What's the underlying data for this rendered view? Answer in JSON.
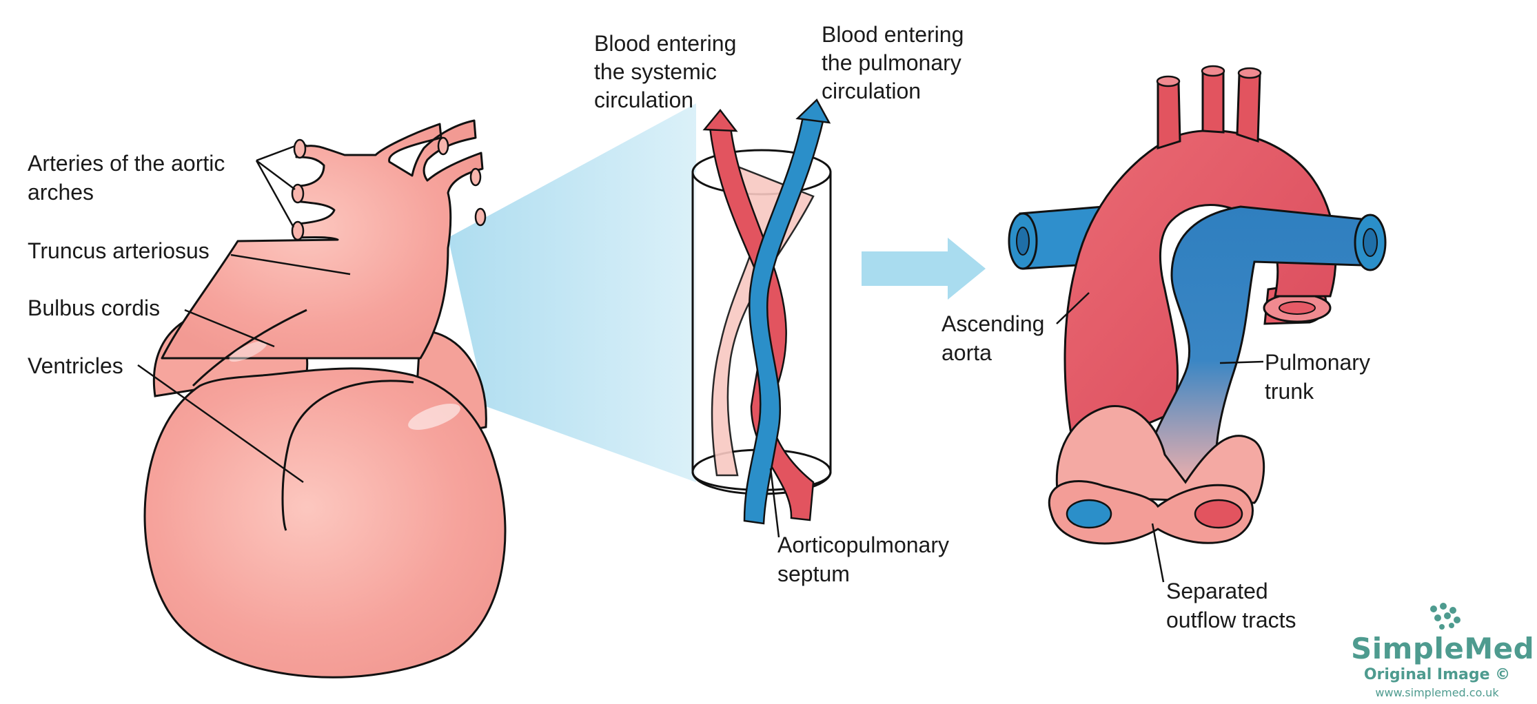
{
  "labels": {
    "aortic_arches": [
      "Arteries of the aortic",
      "arches"
    ],
    "truncus": "Truncus arteriosus",
    "bulbus": "Bulbus cordis",
    "ventricles": "Ventricles",
    "systemic": [
      "Blood entering",
      "the systemic",
      "circulation"
    ],
    "pulmonary": [
      "Blood entering",
      "the pulmonary",
      "circulation"
    ],
    "septum": [
      "Aorticopulmonary",
      "septum"
    ],
    "ascending_aorta": [
      "Ascending",
      "aorta"
    ],
    "pulmonary_trunk": [
      "Pulmonary",
      "trunk"
    ],
    "outflow": [
      "Separated",
      "outflow tracts"
    ]
  },
  "watermark": {
    "name": "SimpleMed",
    "subtitle": "Original Image ©",
    "url": "www.simplemed.co.uk"
  },
  "colors": {
    "heart_pink": "#f6a9a1",
    "aorta_red": "#e2545f",
    "pulmonary_blue": "#2b8fc9",
    "zoom_blue": "#a9dcef",
    "brand_teal": "#4e9b8f"
  }
}
